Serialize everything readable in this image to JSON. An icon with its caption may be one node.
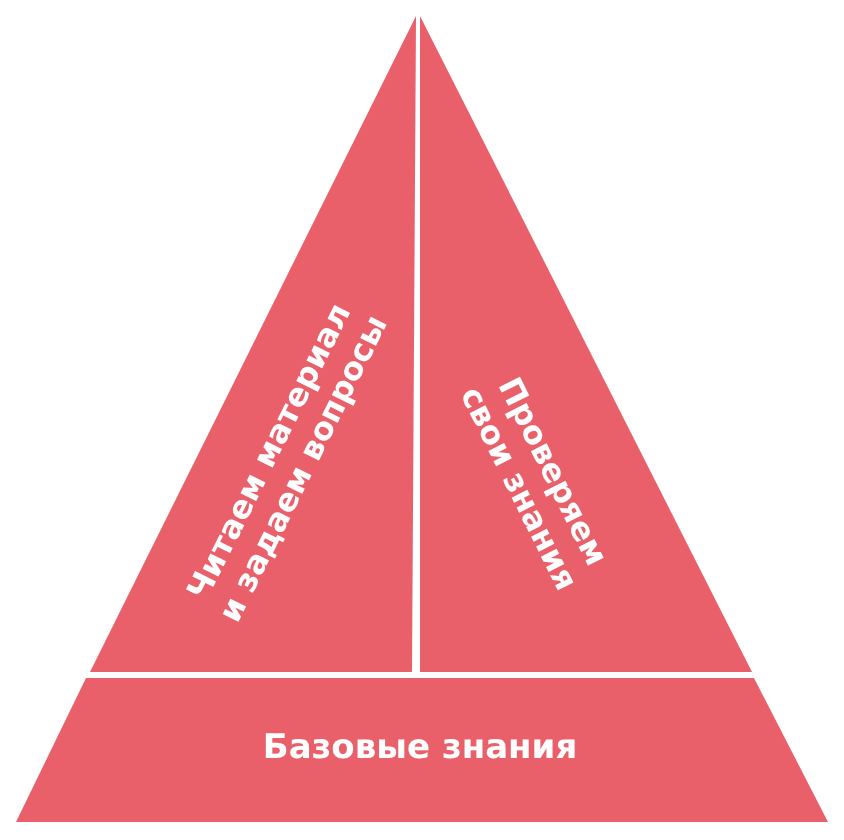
{
  "diagram": {
    "nodes": [
      {
        "text": [
          "Читаем материал и задаем вопросы"
        ]
      },
      {
        "text": [
          "Проверяем свои знания"
        ]
      },
      {
        "text": [
          "Базовые знания"
        ]
      }
    ]
  }
}
